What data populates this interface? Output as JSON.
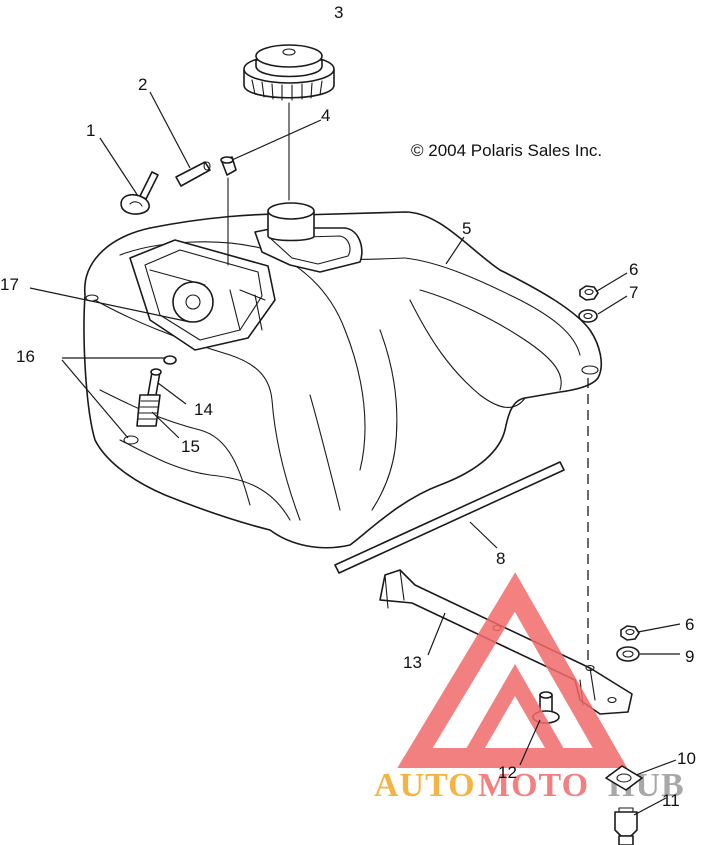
{
  "copyright": "© 2004 Polaris Sales Inc.",
  "callouts": {
    "c1": "1",
    "c2": "2",
    "c3": "3",
    "c4": "4",
    "c5": "5",
    "c6a": "6",
    "c6b": "6",
    "c7": "7",
    "c8": "8",
    "c9": "9",
    "c10": "10",
    "c11": "11",
    "c12": "12",
    "c13": "13",
    "c14": "14",
    "c15": "15",
    "c16": "16",
    "c17": "17"
  },
  "watermark": {
    "part1": "AUTO",
    "part2": "MOTO",
    "part3": "HUB",
    "colors": {
      "triangle": "#f26a6a",
      "auto": "#f5a623",
      "moto": "#f26a6a",
      "hub": "#9a9a9a"
    }
  }
}
